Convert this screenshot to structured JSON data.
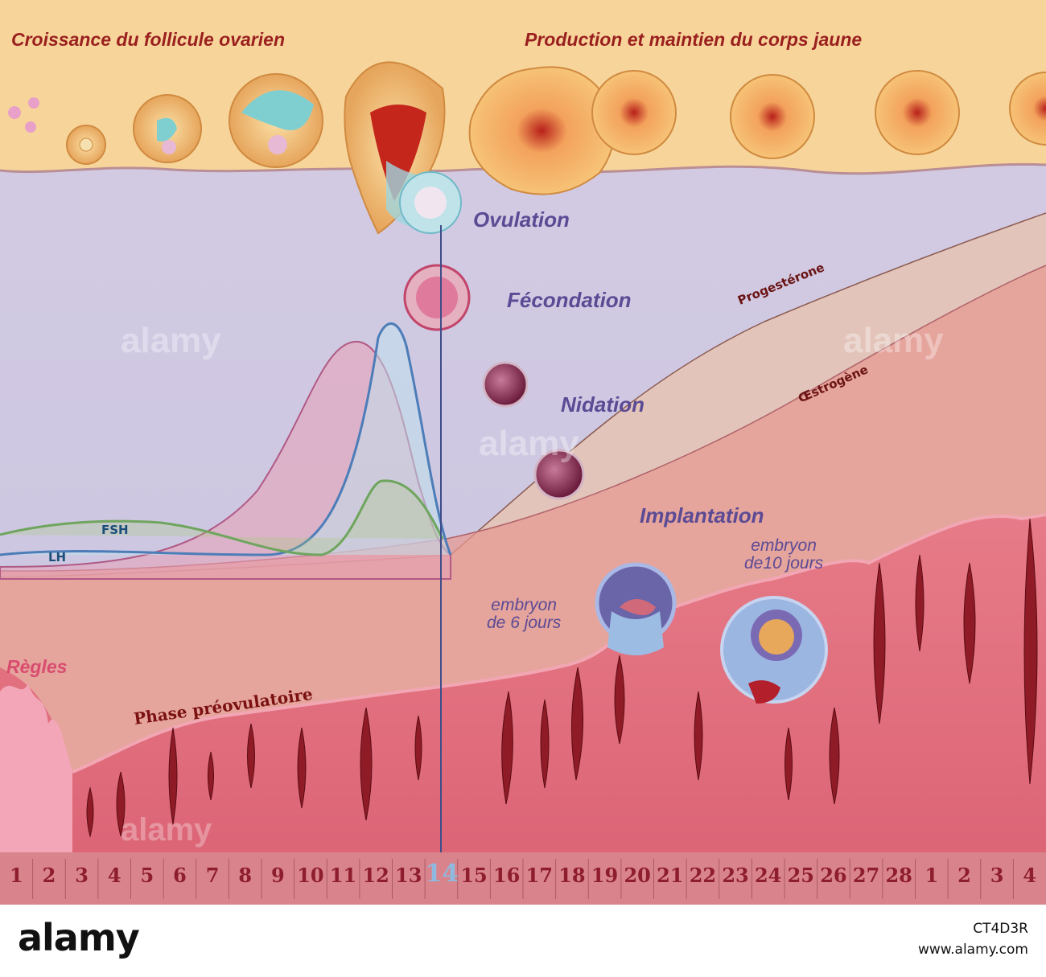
{
  "colors": {
    "ovary_band": "#f7d59a",
    "upper_background": "#cfc8e2",
    "progesterone_fill": "#e6bfae",
    "estrogen_fill": "#e79b94",
    "endometrium": "#e46c7c",
    "glands": "#8e1b26",
    "lh_curve": "#5a8fc4",
    "fsh_curve": "#7fae6d",
    "day_band": "#d9848c",
    "day_numbers": "#8e1d2d",
    "day_highlight": "#8fb9de",
    "event_text": "#5b4a94",
    "header_text": "#9a1f1f"
  },
  "header": {
    "left": "Croissance du follicule ovarien",
    "right": "Production et maintien du corps jaune"
  },
  "events": {
    "ovulation": "Ovulation",
    "fecondation": "Fécondation",
    "nidation": "Nidation",
    "implantation": "Implantation"
  },
  "embryos": {
    "six_days": {
      "line1": "embryon",
      "line2": "de 6 jours"
    },
    "ten_days": {
      "line1": "embryon",
      "line2": "de10 jours"
    }
  },
  "hormones": {
    "progesterone": "Progestérone",
    "estrogen": "Œstrogène",
    "fsh": "FSH",
    "lh": "LH"
  },
  "phases": {
    "regles": "Règles",
    "preovulatoire": "Phase préovulatoire"
  },
  "days": [
    "1",
    "2",
    "3",
    "4",
    "5",
    "6",
    "7",
    "8",
    "9",
    "10",
    "11",
    "12",
    "13",
    "14",
    "15",
    "16",
    "17",
    "18",
    "19",
    "20",
    "21",
    "22",
    "23",
    "24",
    "25",
    "26",
    "27",
    "28",
    "1",
    "2",
    "3",
    "4"
  ],
  "highlight_day_index": 13,
  "footer": {
    "logo": "alamy",
    "image_id": "CT4D3R",
    "site": "www.alamy.com"
  },
  "watermarks": [
    "alamy",
    "alamy",
    "alamy",
    "alamy"
  ]
}
